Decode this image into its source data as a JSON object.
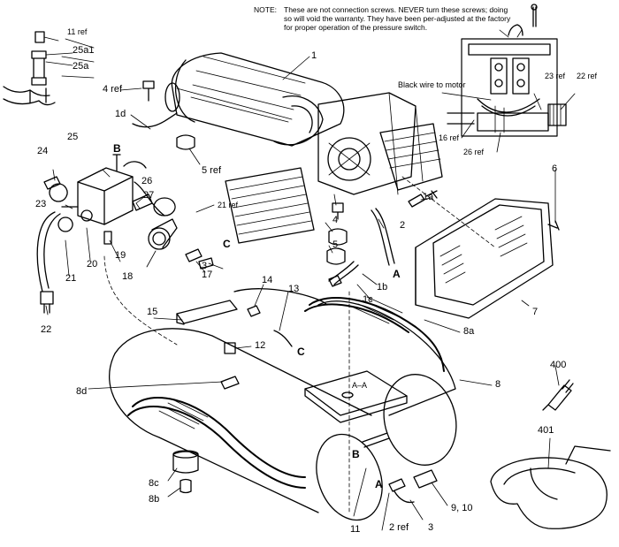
{
  "note": {
    "heading": "NOTE:",
    "body": "These are not connection screws. NEVER turn these screws; doing so will void the warranty. They have been per-adjusted at the factory for proper operation of the pressure switch."
  },
  "labels": {
    "l1": "1",
    "l1d": "1d",
    "l1a": "1a",
    "l1b": "1b",
    "l1c": "1c",
    "l2": "2",
    "l2ref": "2 ref",
    "l3a": "3",
    "l3b": "3",
    "l4": "4",
    "l4ref": "4 ref",
    "l5": "5",
    "l5ref": "5 ref",
    "l6": "6",
    "l7": "7",
    "l8": "8",
    "l8a": "8a",
    "l8b": "8b",
    "l8c": "8c",
    "l8d": "8d",
    "l910": "9, 10",
    "l11": "11",
    "l11ref": "11 ref",
    "l12": "12",
    "l13": "13",
    "l14": "14",
    "l15": "15",
    "l16ref": "16 ref",
    "l17": "17",
    "l18": "18",
    "l19": "19",
    "l20": "20",
    "l21": "21",
    "l21ref": "21 ref",
    "l22": "22",
    "l22ref": "22 ref",
    "l23": "23",
    "l23ref": "23 ref",
    "l24": "24",
    "l25": "25",
    "l25a": "25a",
    "l25a1": "25a1",
    "l26": "26",
    "l26ref": "26 ref",
    "l27": "27",
    "l400": "400",
    "l401": "401",
    "blackwire": "Black wire to motor",
    "sectionAA": "A–A",
    "refA1": "A",
    "refA2": "A",
    "refB1": "B",
    "refB2": "B",
    "refC1": "C",
    "refC2": "C"
  }
}
